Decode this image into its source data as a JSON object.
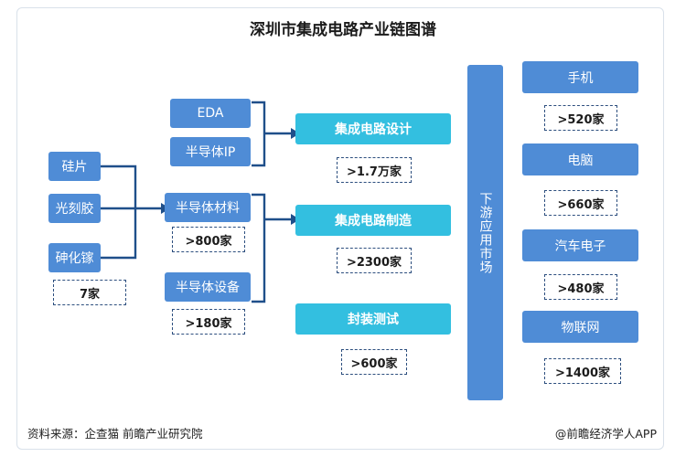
{
  "title": "深圳市集成电路产业链图谱",
  "upstream_raw": {
    "items": [
      "硅片",
      "光刻胶",
      "砷化镓"
    ],
    "count": "7家"
  },
  "upstream_design": {
    "items": [
      "EDA",
      "半导体IP"
    ]
  },
  "upstream_materials": {
    "label": "半导体材料",
    "count": ">800家"
  },
  "upstream_equipment": {
    "label": "半导体设备",
    "count": ">180家"
  },
  "midstream": [
    {
      "label": "集成电路设计",
      "count": ">1.7万家"
    },
    {
      "label": "集成电路制造",
      "count": ">2300家"
    },
    {
      "label": "封装测试",
      "count": ">600家"
    }
  ],
  "downstream": {
    "label": "下游应用市场",
    "items": [
      {
        "label": "手机",
        "count": ">520家"
      },
      {
        "label": "电脑",
        "count": ">660家"
      },
      {
        "label": "汽车电子",
        "count": ">480家"
      },
      {
        "label": "物联网",
        "count": ">1400家"
      }
    ]
  },
  "footer": {
    "source": "资料来源：企查猫 前瞻产业研究院",
    "brand": "@前瞻经济学人APP"
  },
  "colors": {
    "box_blue": "#4f8cd6",
    "box_cyan": "#33bfe0",
    "line": "#1f4f8a",
    "dash": "#2c4e7e"
  }
}
